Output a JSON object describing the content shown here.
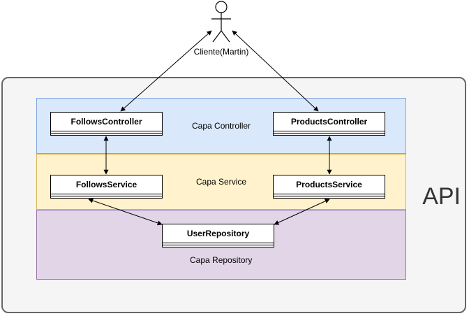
{
  "actor": {
    "label": "Cliente(Martin)"
  },
  "api_label": "API",
  "layers": {
    "controller": "Capa Controller",
    "service": "Capa Service",
    "repository": "Capa Repository"
  },
  "classes": {
    "follows_controller": "FollowsController",
    "products_controller": "ProductsController",
    "follows_service": "FollowsService",
    "products_service": "ProductsService",
    "user_repository": "UserRepository"
  }
}
